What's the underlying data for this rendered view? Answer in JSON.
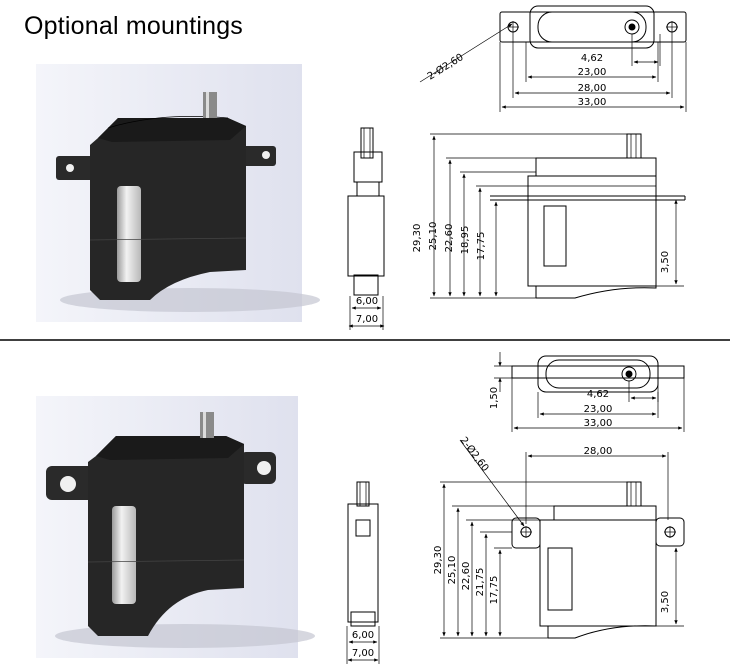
{
  "title": "Optional mountings",
  "top": {
    "hole_callout": "2-Ø2,60",
    "widths": [
      "4,62",
      "23,00",
      "28,00",
      "33,00"
    ],
    "front_widths": [
      "6,00",
      "7,00"
    ],
    "heights": [
      "29,30",
      "25,10",
      "22,60",
      "18,95",
      "17,75"
    ],
    "ear_offset": "3,50"
  },
  "bottom": {
    "ear_thickness": "1,50",
    "hole_callout": "2-Ø2,60",
    "widths": [
      "4,62",
      "23,00",
      "33,00"
    ],
    "hole_spacing": "28,00",
    "front_widths": [
      "6,00",
      "7,00"
    ],
    "heights": [
      "29,30",
      "25,10",
      "22,60",
      "21,75",
      "17,75"
    ],
    "ear_offset": "3,50"
  }
}
